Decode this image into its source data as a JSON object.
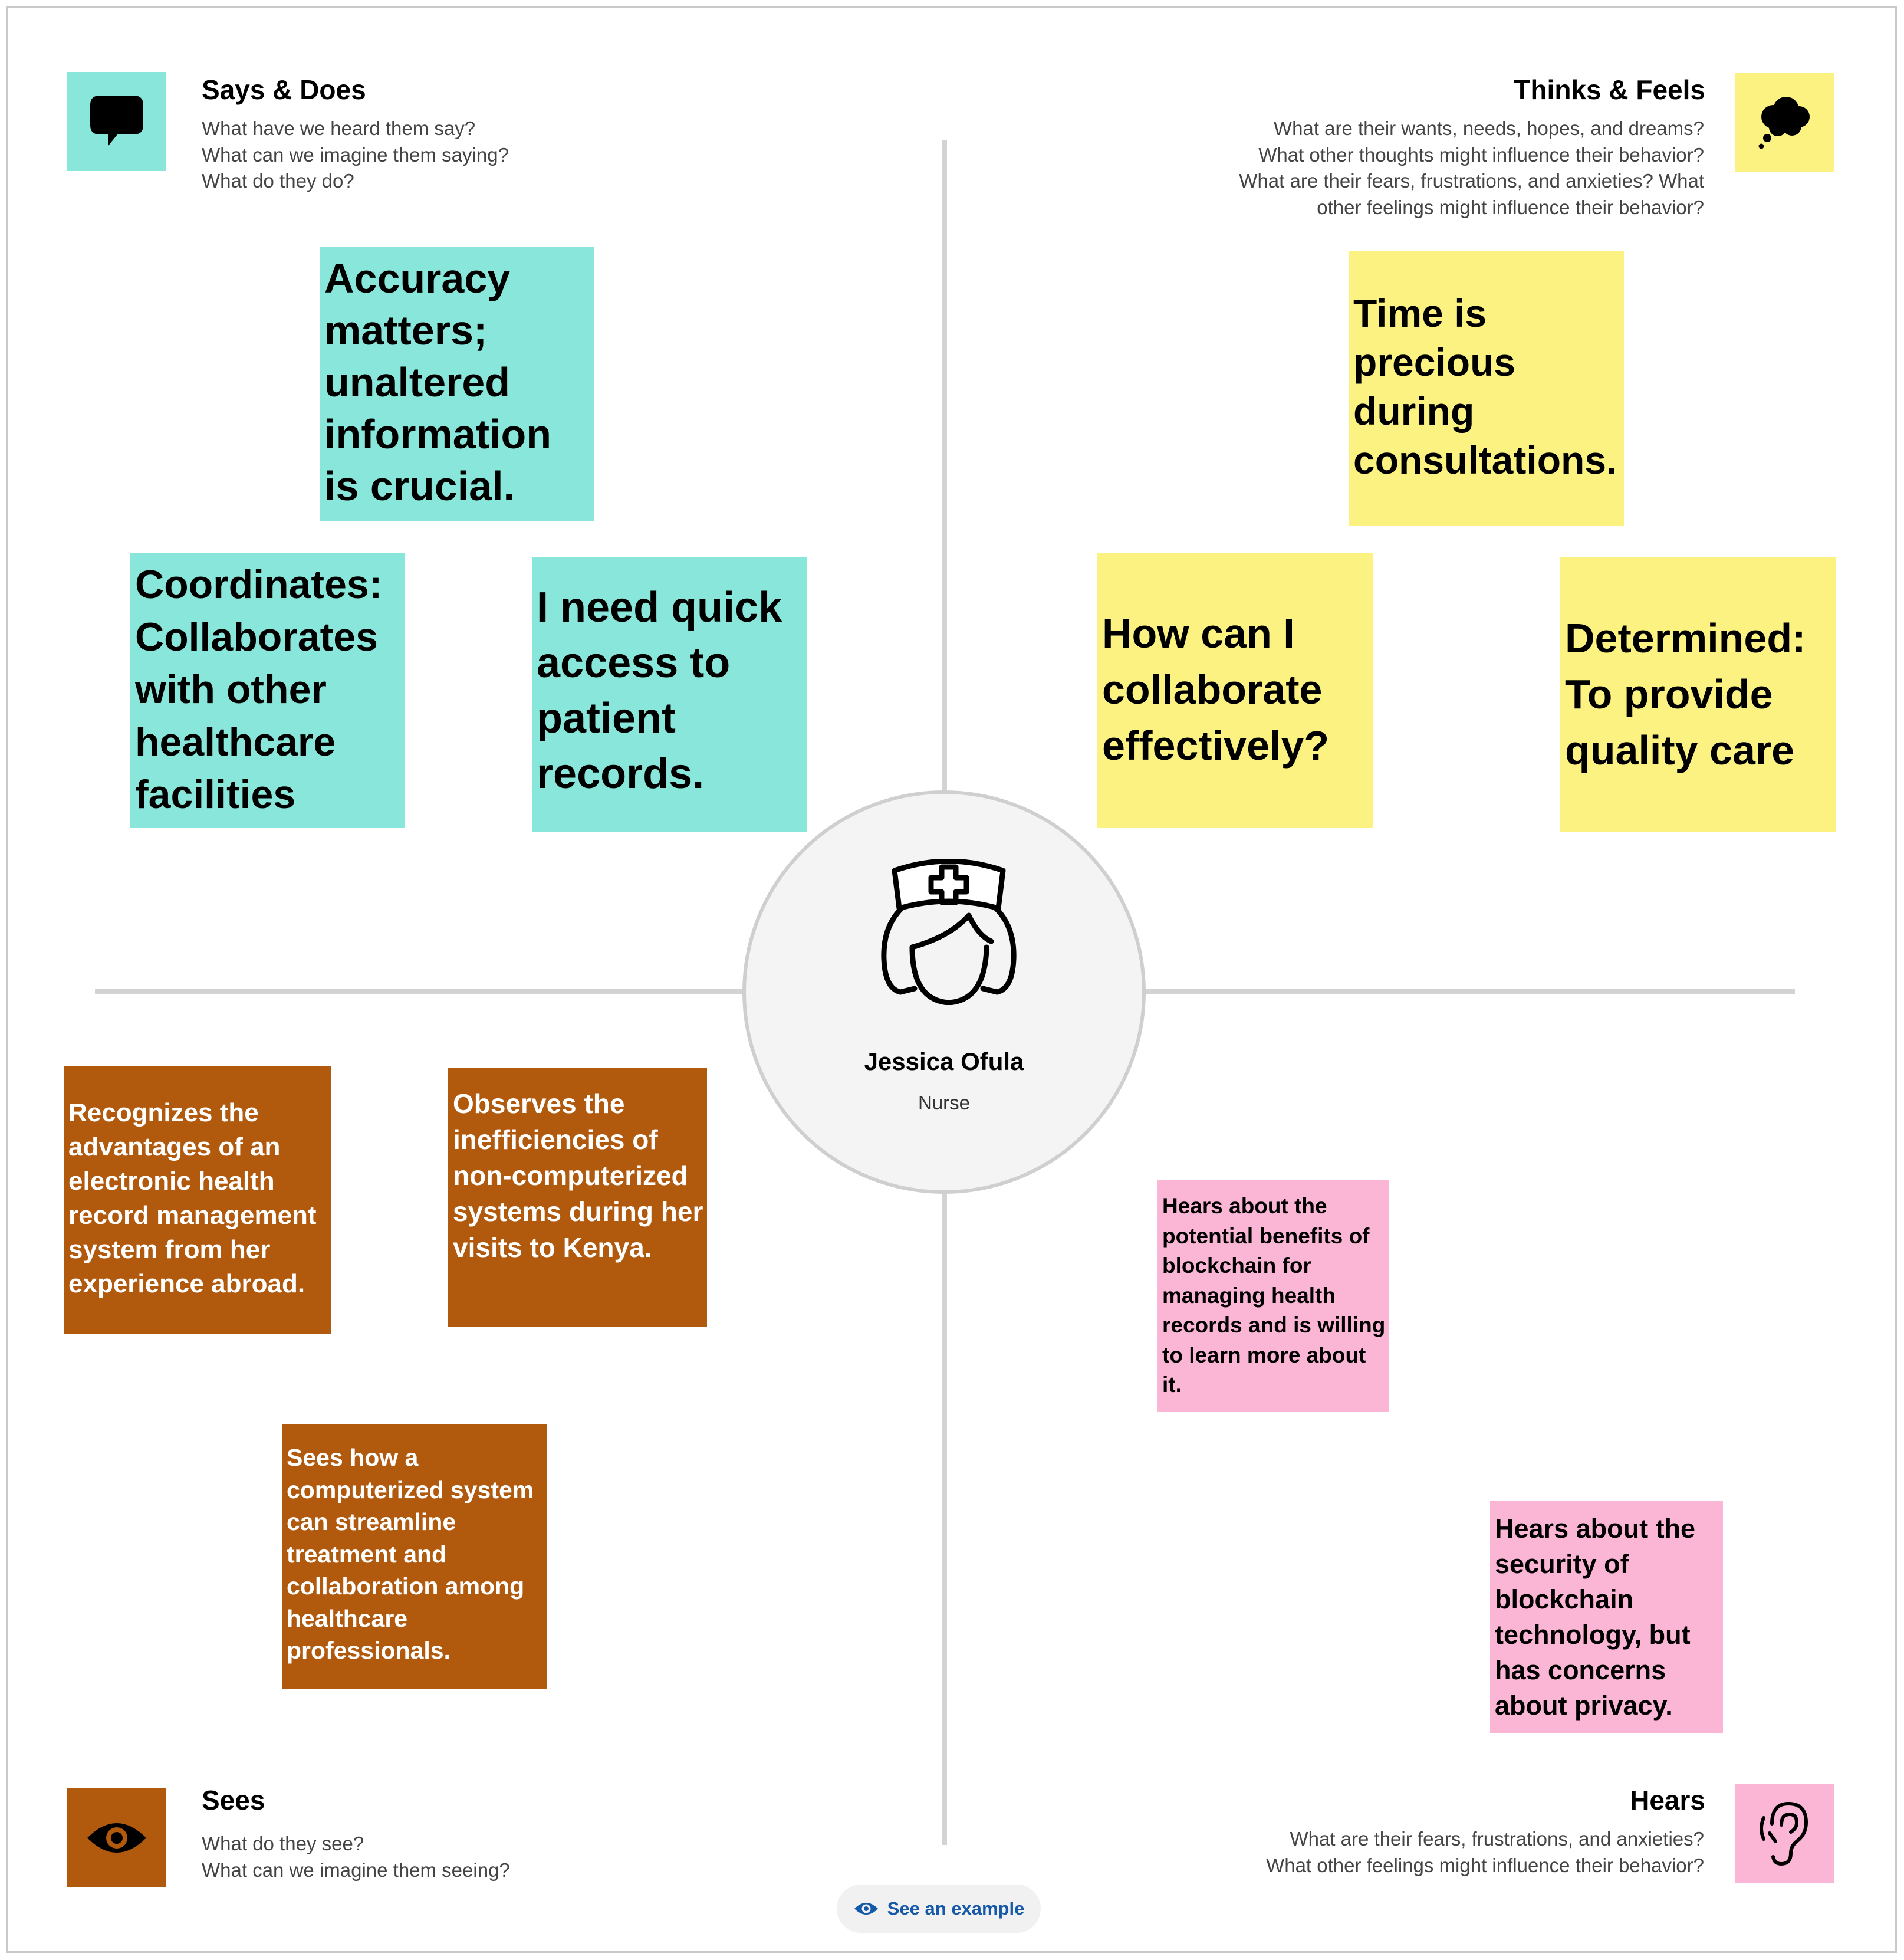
{
  "quadrants": {
    "says_does": {
      "title": "Says & Does",
      "questions": [
        "What have we heard them say?",
        "What can we imagine them saying?",
        "What do they do?"
      ],
      "icon": "speech-bubble-icon",
      "color": "#89e6da"
    },
    "thinks_feels": {
      "title": "Thinks & Feels",
      "questions": [
        "What are their wants, needs, hopes, and dreams?",
        "What other thoughts might influence their behavior?",
        "What are their fears, frustrations, and anxieties? What",
        "other feelings might influence their behavior?"
      ],
      "icon": "thought-cloud-icon",
      "color": "#fbf282"
    },
    "sees": {
      "title": "Sees",
      "questions": [
        "What do they see?",
        "What can we imagine them seeing?"
      ],
      "icon": "eye-icon",
      "color": "#b15a0e"
    },
    "hears": {
      "title": "Hears",
      "questions": [
        "What are their fears, frustrations, and anxieties?",
        "What other feelings might influence their behavior?"
      ],
      "icon": "ear-icon",
      "color": "#fcb6d5"
    }
  },
  "persona": {
    "name": "Jessica Ofula",
    "role": "Nurse",
    "icon": "nurse-icon"
  },
  "notes": {
    "says_does": [
      "Accuracy matters; unaltered information is crucial.",
      "Coordinates: Collaborates with other healthcare facilities",
      "I need quick access to patient records."
    ],
    "thinks_feels": [
      "Time is precious during consultations.",
      "How can I collaborate effectively?",
      "Determined: To provide quality care"
    ],
    "sees": [
      "Recognizes the advantages of an electronic health record management system from her experience abroad.",
      "Observes the inefficiencies of non-computerized systems during her visits to Kenya.",
      "Sees how a computerized system can streamline treatment and collaboration among healthcare professionals."
    ],
    "hears": [
      "Hears about the potential benefits of blockchain for managing health records and is willing to learn more about it.",
      "Hears about the security of blockchain technology, but has concerns about privacy."
    ]
  },
  "example_button": {
    "label": "See an example",
    "icon": "eye-icon"
  }
}
